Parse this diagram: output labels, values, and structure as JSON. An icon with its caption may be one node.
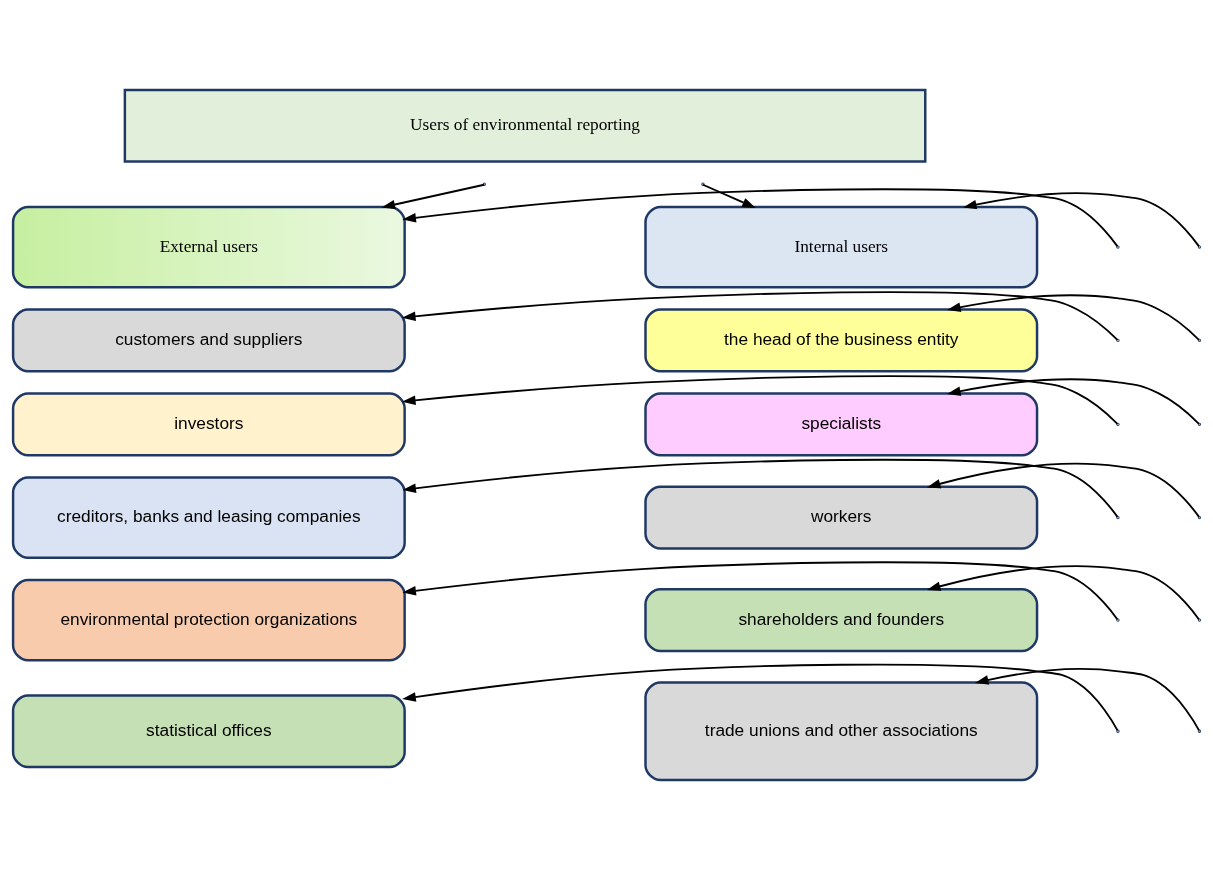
{
  "diagram": {
    "nodes": [
      {
        "text": [
          "Users of environmental reporting"
        ]
      },
      {
        "text": [
          "External users"
        ]
      },
      {
        "text": [
          "Internal users"
        ]
      },
      {
        "text": [
          "customers and suppliers"
        ]
      },
      {
        "text": [
          "investors"
        ]
      },
      {
        "text": [
          "creditors, banks and leasing companies"
        ]
      },
      {
        "text": [
          "environmental protection organizations"
        ]
      },
      {
        "text": [
          "statistical offices"
        ]
      },
      {
        "text": [
          "the head of the business entity"
        ]
      },
      {
        "text": [
          "specialists"
        ]
      },
      {
        "text": [
          "workers"
        ]
      },
      {
        "text": [
          "shareholders and founders"
        ]
      },
      {
        "text": [
          "trade unions and other associations"
        ]
      }
    ],
    "edges": [
      {
        "from": null,
        "to": 1,
        "arrow": "to"
      },
      {
        "from": null,
        "to": 1,
        "arrow": "to"
      },
      {
        "from": null,
        "to": 2,
        "arrow": "to"
      },
      {
        "from": null,
        "to": 2,
        "arrow": "to"
      },
      {
        "from": null,
        "to": 3,
        "arrow": "to"
      },
      {
        "from": null,
        "to": 4,
        "arrow": "to"
      },
      {
        "from": null,
        "to": 5,
        "arrow": "to"
      },
      {
        "from": null,
        "to": 6,
        "arrow": "to"
      },
      {
        "from": null,
        "to": 7,
        "arrow": "to"
      },
      {
        "from": null,
        "to": 8,
        "arrow": "to"
      },
      {
        "from": null,
        "to": 9,
        "arrow": "to"
      },
      {
        "from": null,
        "to": 10,
        "arrow": "to"
      },
      {
        "from": null,
        "to": 11,
        "arrow": "to"
      },
      {
        "from": null,
        "to": 12,
        "arrow": "to"
      }
    ]
  }
}
